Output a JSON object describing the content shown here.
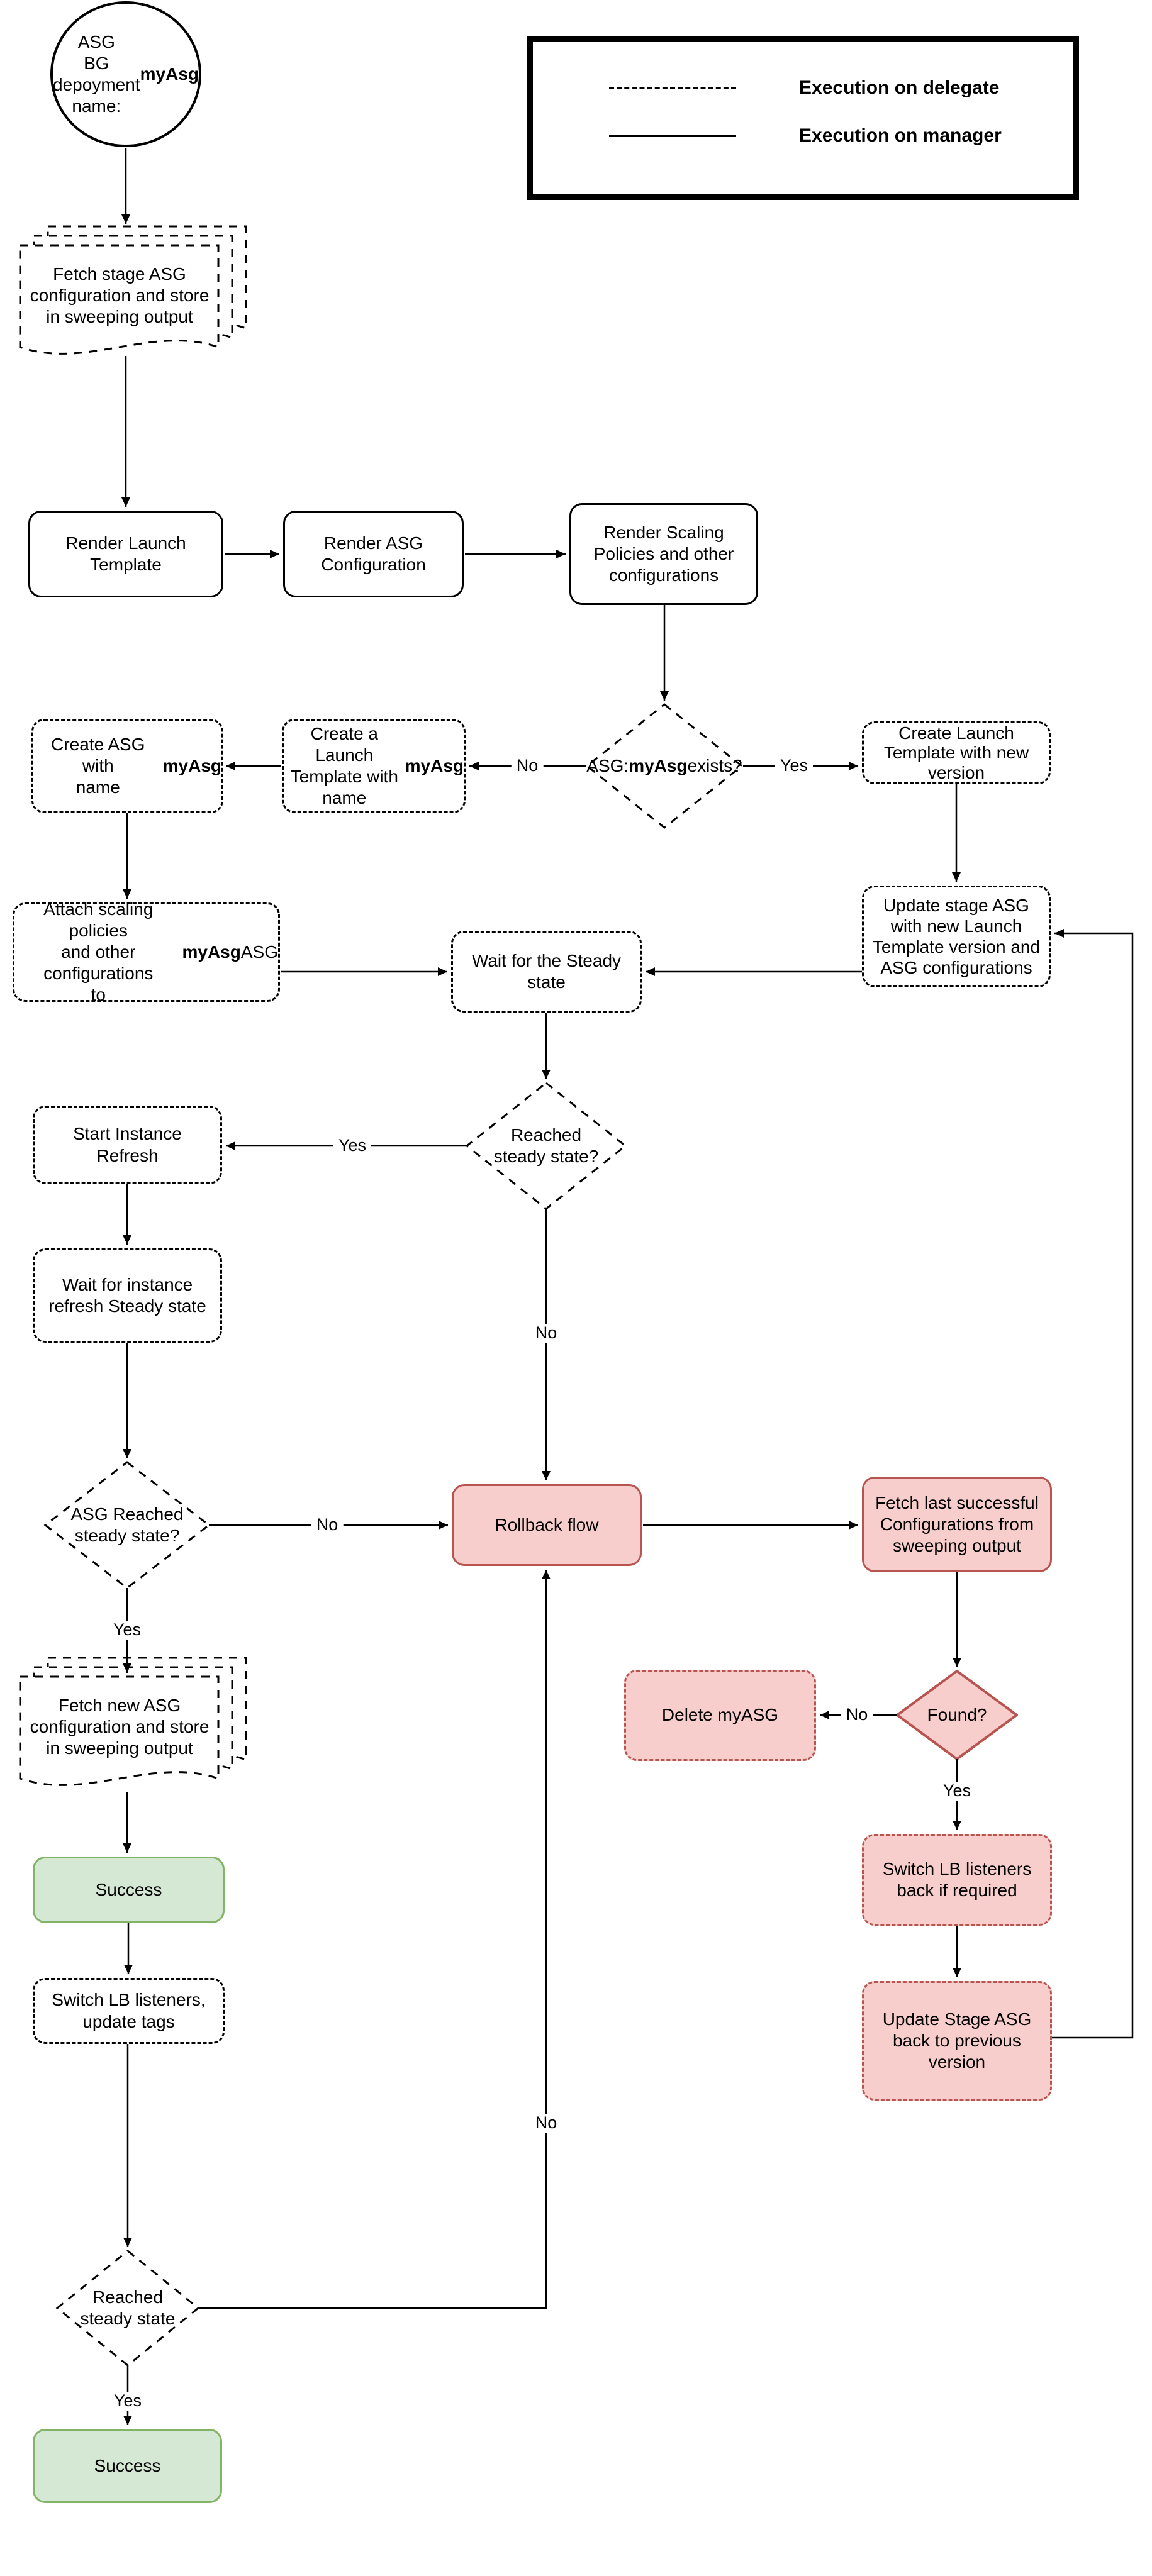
{
  "diagram": {
    "type": "flowchart",
    "subject": "ASG Blue-Green deployment flow"
  },
  "colors": {
    "pink_fill": "#f8cecc",
    "pink_border": "#b85450",
    "green_fill": "#d5e8d4",
    "green_border": "#82b366",
    "line": "#000000"
  },
  "legend": {
    "items": [
      {
        "line_style": "dashed",
        "label": "Execution on delegate"
      },
      {
        "line_style": "solid",
        "label": "Execution on manager"
      }
    ]
  },
  "nodes": {
    "start": {
      "shape": "ellipse",
      "execution": "manager",
      "segments": [
        {
          "t": "ASG\nBG depoyment\nname: "
        },
        {
          "t": "myAsg",
          "b": true
        }
      ]
    },
    "fetch_stage_doc": {
      "shape": "document-stack",
      "execution": "delegate",
      "segments": [
        {
          "t": "Fetch stage ASG\nconfiguration and store\nin sweeping output"
        }
      ]
    },
    "render_launch": {
      "shape": "rounded-rect",
      "execution": "manager",
      "segments": [
        {
          "t": "Render Launch\nTemplate"
        }
      ]
    },
    "render_asg": {
      "shape": "rounded-rect",
      "execution": "manager",
      "segments": [
        {
          "t": "Render ASG\nConfiguration"
        }
      ]
    },
    "render_scaling": {
      "shape": "rounded-rect",
      "execution": "manager",
      "segments": [
        {
          "t": "Render Scaling\nPolicies and other\nconfigurations"
        }
      ]
    },
    "asg_exists": {
      "shape": "diamond",
      "execution": "delegate",
      "segments": [
        {
          "t": "ASG:\n"
        },
        {
          "t": "myAsg",
          "b": true
        },
        {
          "t": " exists?"
        }
      ]
    },
    "create_launch_myasg": {
      "shape": "rounded-rect",
      "execution": "delegate",
      "segments": [
        {
          "t": "Create a Launch\nTemplate with\nname "
        },
        {
          "t": "myAsg",
          "b": true
        }
      ]
    },
    "create_asg_myasg": {
      "shape": "rounded-rect",
      "execution": "delegate",
      "segments": [
        {
          "t": "Create ASG with\nname "
        },
        {
          "t": "myAsg",
          "b": true
        }
      ]
    },
    "create_launch_new": {
      "shape": "rounded-rect",
      "execution": "delegate",
      "segments": [
        {
          "t": "Create Launch\nTemplate with new\nversion"
        }
      ]
    },
    "update_stage_asg": {
      "shape": "rounded-rect",
      "execution": "delegate",
      "segments": [
        {
          "t": "Update stage ASG\nwith new Launch\nTemplate version and\nASG configurations"
        }
      ]
    },
    "attach_scaling": {
      "shape": "rounded-rect",
      "execution": "delegate",
      "segments": [
        {
          "t": "Attach scaling policies\nand other configurations\nto "
        },
        {
          "t": "myAsg",
          "b": true
        },
        {
          "t": " ASG"
        }
      ]
    },
    "wait_steady": {
      "shape": "rounded-rect",
      "execution": "delegate",
      "segments": [
        {
          "t": "Wait for the Steady\nstate"
        }
      ]
    },
    "reached_steady1": {
      "shape": "diamond",
      "execution": "delegate",
      "segments": [
        {
          "t": "Reached\nsteady state?"
        }
      ]
    },
    "start_instance_refresh": {
      "shape": "rounded-rect",
      "execution": "delegate",
      "segments": [
        {
          "t": "Start Instance\nRefresh"
        }
      ]
    },
    "wait_instance_refresh": {
      "shape": "rounded-rect",
      "execution": "delegate",
      "segments": [
        {
          "t": "Wait for instance\nrefresh Steady state"
        }
      ]
    },
    "asg_reached_steady": {
      "shape": "diamond",
      "execution": "delegate",
      "segments": [
        {
          "t": "ASG Reached\nsteady state?"
        }
      ]
    },
    "rollback_flow": {
      "shape": "rounded-rect",
      "execution": "manager",
      "status": "failure-path",
      "segments": [
        {
          "t": "Rollback flow"
        }
      ]
    },
    "fetch_last_successful": {
      "shape": "rounded-rect",
      "execution": "manager",
      "status": "failure-path",
      "segments": [
        {
          "t": "Fetch last successful\nConfigurations from\nsweeping output"
        }
      ]
    },
    "found": {
      "shape": "diamond",
      "execution": "manager",
      "status": "failure-path",
      "segments": [
        {
          "t": "Found?"
        }
      ]
    },
    "delete_myasg": {
      "shape": "rounded-rect",
      "execution": "delegate",
      "status": "failure-path",
      "segments": [
        {
          "t": "Delete myASG"
        }
      ]
    },
    "switch_lb_back": {
      "shape": "rounded-rect",
      "execution": "delegate",
      "status": "failure-path",
      "segments": [
        {
          "t": "Switch LB listeners\nback if required"
        }
      ]
    },
    "update_stage_back": {
      "shape": "rounded-rect",
      "execution": "delegate",
      "status": "failure-path",
      "segments": [
        {
          "t": "Update Stage ASG\nback to previous\nversion"
        }
      ]
    },
    "fetch_new_doc": {
      "shape": "document-stack",
      "execution": "delegate",
      "segments": [
        {
          "t": "Fetch new ASG\nconfiguration and store\nin sweeping output"
        }
      ]
    },
    "success1": {
      "shape": "rounded-rect",
      "execution": "manager",
      "status": "success",
      "segments": [
        {
          "t": "Success"
        }
      ]
    },
    "switch_lb_tags": {
      "shape": "rounded-rect",
      "execution": "delegate",
      "segments": [
        {
          "t": "Switch LB listeners,\nupdate tags"
        }
      ]
    },
    "reached_steady2": {
      "shape": "diamond",
      "execution": "delegate",
      "segments": [
        {
          "t": "Reached\nsteady state"
        }
      ]
    },
    "success2": {
      "shape": "rounded-rect",
      "execution": "manager",
      "status": "success",
      "segments": [
        {
          "t": "Success"
        }
      ]
    }
  },
  "edge_labels": {
    "asg_exists_no": "No",
    "asg_exists_yes": "Yes",
    "reached_steady_yes": "Yes",
    "reached_steady_no": "No",
    "asg_reached_no": "No",
    "asg_reached_yes": "Yes",
    "found_no": "No",
    "found_yes": "Yes",
    "final_steady_no": "No",
    "final_steady_yes": "Yes"
  }
}
